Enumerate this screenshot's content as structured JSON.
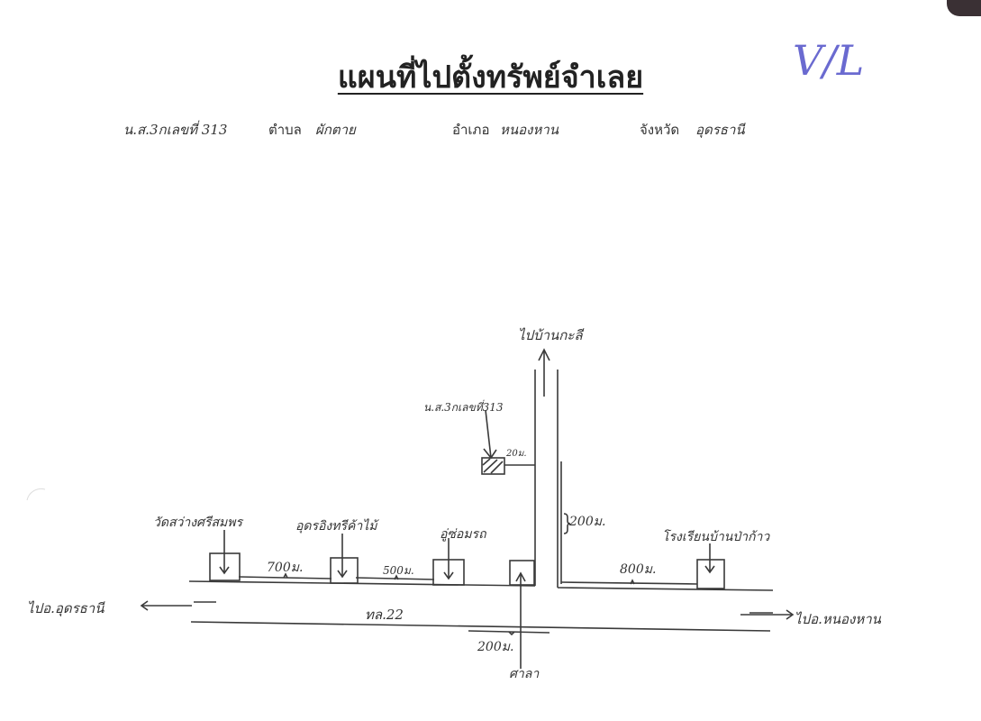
{
  "document": {
    "title": "แผนที่ไปตั้งทรัพย์จำเลย",
    "signature": "V/L",
    "header_fields": {
      "deed_label": "น.ส.3กเลขที่ 313",
      "subdistrict_label": "ตำบล",
      "subdistrict_value": "ผักตาย",
      "district_label": "อำเภอ",
      "district_value": "หนองหาน",
      "province_label": "จังหวัด",
      "province_value": "อุดรธานี"
    }
  },
  "map": {
    "north_destination": "ไปบ้านกะลี",
    "property_marker": "น.ส.3กเลขที่313",
    "property_to_road_distance": "20ม.",
    "side_road_distance": "200ม.",
    "main_road_label": "ทล.22",
    "west_destination": "ไปอ.อุดรธานี",
    "east_destination": "ไปอ.หนองหาน",
    "pavilion_label": "ศาลา",
    "pavilion_distance": "200ม.",
    "landmarks": [
      {
        "name": "วัดสว่างศรีสมพร",
        "distance_to_next": "700ม."
      },
      {
        "name": "อุดรอิงทรีค้าไม้",
        "distance_to_next": "500ม."
      },
      {
        "name": "อู่ซ่อมรถ",
        "distance_to_next": ""
      },
      {
        "name": "โรงเรียนบ้านป่าก้าว",
        "distance_from_junction": "800ม."
      }
    ]
  }
}
